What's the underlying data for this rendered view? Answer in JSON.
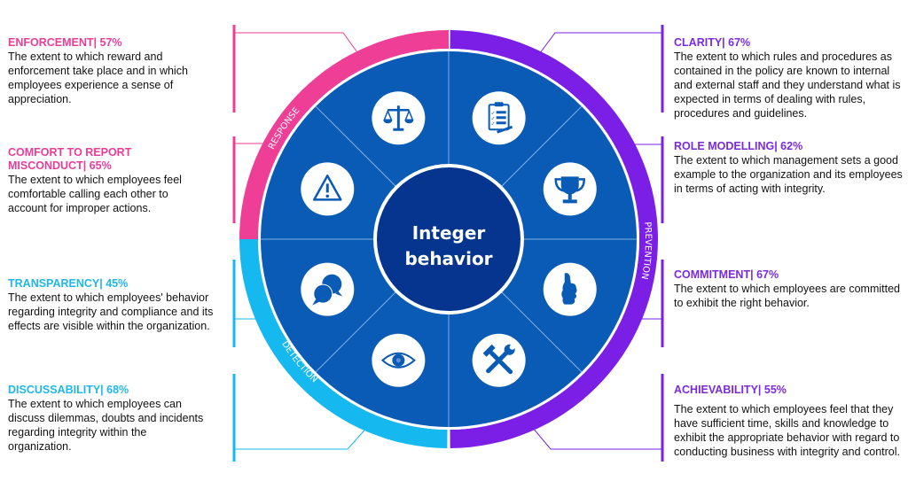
{
  "center": {
    "line1": "Integer",
    "line2": "behavior"
  },
  "arcs": [
    {
      "label": "RESPONSE",
      "color": "#ef3e96"
    },
    {
      "label": "DETECTION",
      "color": "#16b9ef"
    },
    {
      "label": "PREVENTION",
      "color": "#7b1fe6"
    }
  ],
  "colors": {
    "wheel_blue": "#0a5bb5",
    "center_blue": "#05358f",
    "response": "#ea3d98",
    "detection": "#1fb7ea",
    "prevention": "#7a2ae0"
  },
  "left": [
    {
      "title": "ENFORCEMENT| 57%",
      "group": "response",
      "text": "The extent to which reward and enforcement take place and in which employees experience a sense of appreciation."
    },
    {
      "title": "COMFORT TO REPORT MISCONDUCT| 65%",
      "group": "response",
      "text": "The extent to which employees feel comfortable calling each other to account for improper actions."
    },
    {
      "title": "TRANSPARENCY| 45%",
      "group": "detection",
      "text": "The extent to which employees' behavior regarding integrity and compliance and its effects are visible within the organization."
    },
    {
      "title": "DISCUSSABILITY| 68%",
      "group": "detection",
      "text": "The extent to which employees can discuss dilemmas, doubts and incidents regarding integrity within the organization."
    }
  ],
  "right": [
    {
      "title": "CLARITY| 67%",
      "group": "prevention",
      "text": "The extent to which rules and procedures as contained in the policy are known to internal and external staff and they understand what is expected in terms of dealing with rules, procedures and guidelines."
    },
    {
      "title": "ROLE MODELLING| 62%",
      "group": "prevention",
      "text": "The extent to which management sets a good example to the organization and its employees in terms of acting with integrity."
    },
    {
      "title": "COMMITMENT| 67%",
      "group": "prevention",
      "text": "The extent to which employees are committed to exhibit the right behavior."
    },
    {
      "title": "ACHIEVABILITY| 55%",
      "group": "prevention",
      "text": "The extent to which employees feel that they have sufficient time, skills and knowledge to exhibit the appropriate behavior with regard to conducting business with integrity and control."
    }
  ],
  "icons": [
    "scales-of-justice-icon",
    "clipboard-checklist-icon",
    "trophy-icon",
    "thumbs-up-icon",
    "tools-icon",
    "eye-icon",
    "speech-bubbles-icon",
    "warning-icon"
  ]
}
